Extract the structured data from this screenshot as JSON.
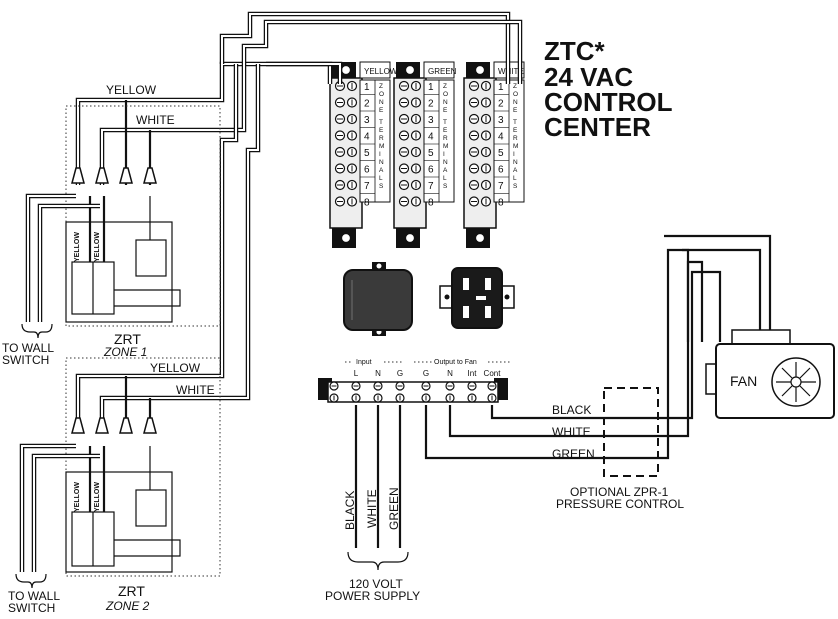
{
  "title_lines": [
    "ZTC*",
    "24 VAC",
    "CONTROL",
    "CENTER"
  ],
  "terminal_strips": [
    {
      "color_label": "YELLOW",
      "numbers": [
        "1",
        "2",
        "3",
        "4",
        "5",
        "6",
        "7",
        "8"
      ]
    },
    {
      "color_label": "GREEN",
      "numbers": [
        "1",
        "2",
        "3",
        "4",
        "5",
        "6",
        "7",
        "8"
      ]
    },
    {
      "color_label": "WHITE",
      "numbers": [
        "1",
        "2",
        "3",
        "4",
        "5",
        "6",
        "7",
        "8"
      ]
    }
  ],
  "zone_terminals_text": "ZONE TERMINALS",
  "wires": {
    "yellow": "YELLOW",
    "white": "WHITE",
    "black": "BLACK",
    "green": "GREEN"
  },
  "zones": [
    {
      "device": "ZRT",
      "zone": "ZONE 1",
      "coil_left": "YELLOW",
      "coil_right": "YELLOW",
      "wall_switch": [
        "TO WALL",
        "SWITCH"
      ]
    },
    {
      "device": "ZRT",
      "zone": "ZONE 2",
      "coil_left": "YELLOW",
      "coil_right": "YELLOW",
      "wall_switch": [
        "TO WALL",
        "SWITCH"
      ]
    }
  ],
  "terminal_block": {
    "input_label": "Input",
    "output_label": "Output to Fan",
    "terminals": [
      "L",
      "N",
      "G",
      "G",
      "N",
      "Int",
      "Cont"
    ]
  },
  "power_wires": [
    "BLACK",
    "WHITE",
    "GREEN"
  ],
  "power_supply": [
    "120 VOLT",
    "POWER SUPPLY"
  ],
  "fan_label": "FAN",
  "pressure_control": [
    "OPTIONAL ZPR-1",
    "PRESSURE CONTROL"
  ]
}
